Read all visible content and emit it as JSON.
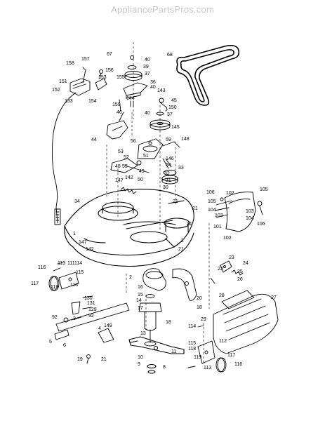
{
  "watermark": "AppliancePartsPros.com",
  "callouts": [
    {
      "id": "c67",
      "text": "67"
    },
    {
      "id": "c157",
      "text": "157"
    },
    {
      "id": "c158",
      "text": "158"
    },
    {
      "id": "c156",
      "text": "156"
    },
    {
      "id": "c153",
      "text": "153"
    },
    {
      "id": "c155",
      "text": "155"
    },
    {
      "id": "c151",
      "text": "151"
    },
    {
      "id": "c152",
      "text": "152"
    },
    {
      "id": "c133",
      "text": "133"
    },
    {
      "id": "c154",
      "text": "154"
    },
    {
      "id": "c40a",
      "text": "40"
    },
    {
      "id": "c39",
      "text": "39"
    },
    {
      "id": "c37a",
      "text": "37"
    },
    {
      "id": "c36",
      "text": "36"
    },
    {
      "id": "c40b",
      "text": "40"
    },
    {
      "id": "c143",
      "text": "143"
    },
    {
      "id": "c144",
      "text": "144"
    },
    {
      "id": "c159",
      "text": "159"
    },
    {
      "id": "c45",
      "text": "45"
    },
    {
      "id": "c150",
      "text": "150"
    },
    {
      "id": "c40c",
      "text": "40"
    },
    {
      "id": "c37b",
      "text": "37"
    },
    {
      "id": "c46",
      "text": "46"
    },
    {
      "id": "c145",
      "text": "145"
    },
    {
      "id": "c68",
      "text": "68"
    },
    {
      "id": "c44",
      "text": "44"
    },
    {
      "id": "c56",
      "text": "56"
    },
    {
      "id": "c59",
      "text": "59"
    },
    {
      "id": "c148",
      "text": "148"
    },
    {
      "id": "c53",
      "text": "53"
    },
    {
      "id": "c52",
      "text": "52"
    },
    {
      "id": "c51",
      "text": "51"
    },
    {
      "id": "c146",
      "text": "146"
    },
    {
      "id": "c48",
      "text": "48"
    },
    {
      "id": "c55",
      "text": "55"
    },
    {
      "id": "c49",
      "text": "49"
    },
    {
      "id": "c54",
      "text": "54"
    },
    {
      "id": "c33",
      "text": "33"
    },
    {
      "id": "c32",
      "text": "32"
    },
    {
      "id": "c142a",
      "text": "142"
    },
    {
      "id": "c50",
      "text": "50"
    },
    {
      "id": "c31",
      "text": "31"
    },
    {
      "id": "c147a",
      "text": "147"
    },
    {
      "id": "c30",
      "text": "30"
    },
    {
      "id": "c106a",
      "text": "106"
    },
    {
      "id": "c102a",
      "text": "102"
    },
    {
      "id": "c105a",
      "text": "105"
    },
    {
      "id": "c103a",
      "text": "103"
    },
    {
      "id": "c105b",
      "text": "105"
    },
    {
      "id": "c21a",
      "text": "21"
    },
    {
      "id": "c104a",
      "text": "104"
    },
    {
      "id": "c103b",
      "text": "103"
    },
    {
      "id": "c21b",
      "text": "21"
    },
    {
      "id": "c34",
      "text": "34"
    },
    {
      "id": "c104b",
      "text": "104"
    },
    {
      "id": "c106b",
      "text": "106"
    },
    {
      "id": "c101",
      "text": "101"
    },
    {
      "id": "c102b",
      "text": "102"
    },
    {
      "id": "c1",
      "text": "1"
    },
    {
      "id": "c147b",
      "text": "147"
    },
    {
      "id": "c2a",
      "text": "2"
    },
    {
      "id": "c21c",
      "text": "21"
    },
    {
      "id": "c142b",
      "text": "142"
    },
    {
      "id": "c21d",
      "text": "21"
    },
    {
      "id": "c23",
      "text": "23"
    },
    {
      "id": "c116a",
      "text": "116"
    },
    {
      "id": "c113a",
      "text": "113"
    },
    {
      "id": "c111",
      "text": "111"
    },
    {
      "id": "c114a",
      "text": "114"
    },
    {
      "id": "c24",
      "text": "24"
    },
    {
      "id": "c115a",
      "text": "115"
    },
    {
      "id": "c22",
      "text": "22"
    },
    {
      "id": "c25",
      "text": "25"
    },
    {
      "id": "c117a",
      "text": "117"
    },
    {
      "id": "c119a",
      "text": "119"
    },
    {
      "id": "c118a",
      "text": "118"
    },
    {
      "id": "c2b",
      "text": "2"
    },
    {
      "id": "c16",
      "text": "16"
    },
    {
      "id": "c26",
      "text": "26"
    },
    {
      "id": "c28",
      "text": "28"
    },
    {
      "id": "c27",
      "text": "27"
    },
    {
      "id": "c15",
      "text": "15"
    },
    {
      "id": "c20",
      "text": "20"
    },
    {
      "id": "c130",
      "text": "130"
    },
    {
      "id": "c131",
      "text": "131"
    },
    {
      "id": "c14",
      "text": "14"
    },
    {
      "id": "c17",
      "text": "17"
    },
    {
      "id": "c29",
      "text": "29"
    },
    {
      "id": "c129",
      "text": "129"
    },
    {
      "id": "c18a",
      "text": "18"
    },
    {
      "id": "c92a",
      "text": "92"
    },
    {
      "id": "c3",
      "text": "3"
    },
    {
      "id": "c92b",
      "text": "92"
    },
    {
      "id": "c18b",
      "text": "18"
    },
    {
      "id": "c114b",
      "text": "114"
    },
    {
      "id": "c4",
      "text": "4"
    },
    {
      "id": "c149",
      "text": "149"
    },
    {
      "id": "c13",
      "text": "13"
    },
    {
      "id": "c5",
      "text": "5"
    },
    {
      "id": "c6",
      "text": "6"
    },
    {
      "id": "c115b",
      "text": "115"
    },
    {
      "id": "c112",
      "text": "112"
    },
    {
      "id": "c118b",
      "text": "118"
    },
    {
      "id": "c11",
      "text": "11"
    },
    {
      "id": "c19",
      "text": "19"
    },
    {
      "id": "c21e",
      "text": "21"
    },
    {
      "id": "c10",
      "text": "10"
    },
    {
      "id": "c119b",
      "text": "119"
    },
    {
      "id": "c9",
      "text": "9"
    },
    {
      "id": "c8",
      "text": "8"
    },
    {
      "id": "c113b",
      "text": "113"
    },
    {
      "id": "c117b",
      "text": "117"
    },
    {
      "id": "c116b",
      "text": "116"
    }
  ]
}
